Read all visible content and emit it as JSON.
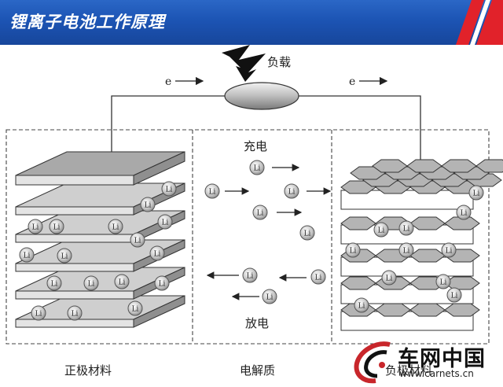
{
  "banner": {
    "title": "锂离子电池工作原理",
    "stripe_colors": [
      "#e1222a",
      "#ffffff",
      "#1c54b4"
    ]
  },
  "diagram": {
    "load_label": "负载",
    "electron_left": "e",
    "electron_right": "e",
    "charge_label": "充电",
    "discharge_label": "放电",
    "ion_symbol": "Li",
    "regions": {
      "positive": "正极材料",
      "electrolyte": "电解质",
      "negative": "负极材料"
    }
  },
  "watermark": {
    "name": "车网中国",
    "url": "www.carnets.cn"
  }
}
